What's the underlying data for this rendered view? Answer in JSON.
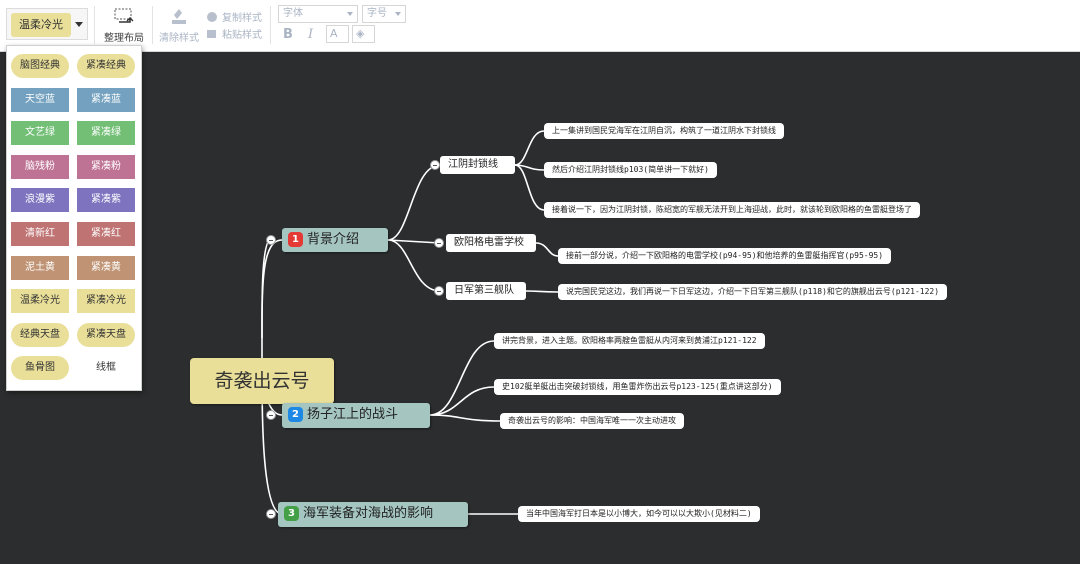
{
  "toolbar": {
    "theme_current": "温柔冷光",
    "arrange_label": "整理布局",
    "clear_style_label": "清除样式",
    "copy_style_label": "复制样式",
    "paste_style_label": "粘贴样式",
    "font_family_placeholder": "字体",
    "font_size_placeholder": "字号",
    "bold": "B",
    "italic": "I",
    "font_color": "A",
    "bg_color": "◈"
  },
  "theme_panel": {
    "items": [
      {
        "label": "脑图经典",
        "bg": "#e9df98",
        "style": "pill"
      },
      {
        "label": "紧凑经典",
        "bg": "#e9df98",
        "style": "pill"
      },
      {
        "label": "天空蓝",
        "bg": "#73a1bf",
        "style": "box"
      },
      {
        "label": "紧凑蓝",
        "bg": "#73a1bf",
        "style": "box"
      },
      {
        "label": "文艺绿",
        "bg": "#73bf76",
        "style": "box"
      },
      {
        "label": "紧凑绿",
        "bg": "#73bf76",
        "style": "box"
      },
      {
        "label": "脑残粉",
        "bg": "#bf7394",
        "style": "box"
      },
      {
        "label": "紧凑粉",
        "bg": "#bf7394",
        "style": "box"
      },
      {
        "label": "浪漫紫",
        "bg": "#7e73bf",
        "style": "box"
      },
      {
        "label": "紧凑紫",
        "bg": "#7e73bf",
        "style": "box"
      },
      {
        "label": "清新红",
        "bg": "#bf7373",
        "style": "box"
      },
      {
        "label": "紧凑红",
        "bg": "#bf7373",
        "style": "box"
      },
      {
        "label": "泥土黄",
        "bg": "#bf9373",
        "style": "box"
      },
      {
        "label": "紧凑黄",
        "bg": "#bf9373",
        "style": "box"
      },
      {
        "label": "温柔冷光",
        "bg": "#e9df98",
        "style": "box"
      },
      {
        "label": "紧凑冷光",
        "bg": "#e9df98",
        "style": "box"
      },
      {
        "label": "经典天盘",
        "bg": "#e9df98",
        "style": "pill"
      },
      {
        "label": "紧凑天盘",
        "bg": "#e9df98",
        "style": "pill"
      },
      {
        "label": "鱼骨图",
        "bg": "#e9df98",
        "style": "pill"
      },
      {
        "label": "线框",
        "bg": "#ffffff",
        "style": "plain"
      }
    ]
  },
  "mindmap": {
    "root": "奇袭出云号",
    "branches": [
      {
        "number": "1",
        "badge_color": "#e53935",
        "label": "背景介绍",
        "children": [
          {
            "label": "江阴封锁线",
            "notes": [
              "上一集讲到国民党海军在江阴自沉，构筑了一道江阴水下封锁线",
              "然后介绍江阴封锁线p103(简单讲一下就好)",
              "接着说一下，因为江阴封锁，陈绍宽的军舰无法开到上海迎战，此时，就该轮到欧阳格的鱼雷艇登场了"
            ]
          },
          {
            "label": "欧阳格电雷学校",
            "notes": [
              "接前一部分说，介绍一下欧阳格的电雷学校(p94-95)和他培养的鱼雷艇指挥官(p95-95)"
            ]
          },
          {
            "label": "日军第三舰队",
            "notes": [
              "说完国民党这边，我们再说一下日军这边，介绍一下日军第三舰队(p118)和它的旗舰出云号(p121-122)"
            ]
          }
        ]
      },
      {
        "number": "2",
        "badge_color": "#1e88e5",
        "label": "扬子江上的战斗",
        "notes": [
          "讲完背景，进入主题。欧阳格率两艘鱼雷艇从内河来到黄浦江p121-122",
          "史102艇单艇出击突破封锁线，用鱼雷炸伤出云号p123-125(重点讲这部分)",
          "奇袭出云号的影响：中国海军唯一一次主动进攻"
        ]
      },
      {
        "number": "3",
        "badge_color": "#43a047",
        "label": "海军装备对海战的影响",
        "notes": [
          "当年中国海军打日本是以小博大，如今可以以大欺小(见材料二)"
        ]
      }
    ]
  }
}
